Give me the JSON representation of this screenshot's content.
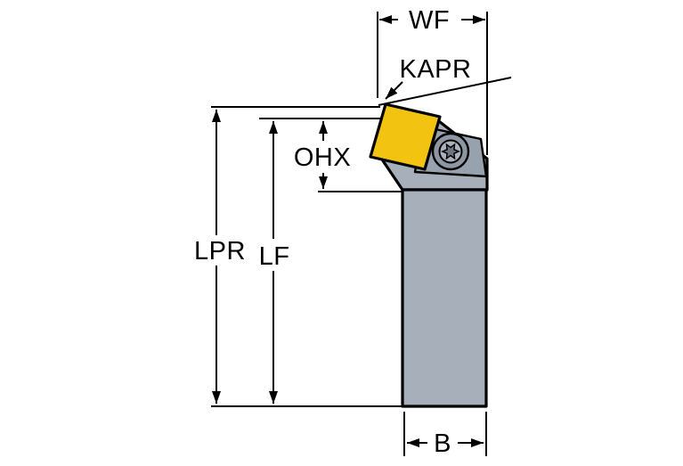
{
  "diagram": {
    "title": "tool-holder-dimension-drawing",
    "labels": {
      "wf": "WF",
      "kapr": "KAPR",
      "ohx": "OHX",
      "lpr": "LPR",
      "lf": "LF",
      "b": "B"
    },
    "colors": {
      "background": "#ffffff",
      "outline": "#000000",
      "body": "#a7afba",
      "clamp": "#98a1ae",
      "screw_outer": "#8d97a4",
      "screw_inner": "#aab2bd",
      "torx": "#6d7682",
      "insert": "#f2c411",
      "dimension": "#000000"
    }
  }
}
